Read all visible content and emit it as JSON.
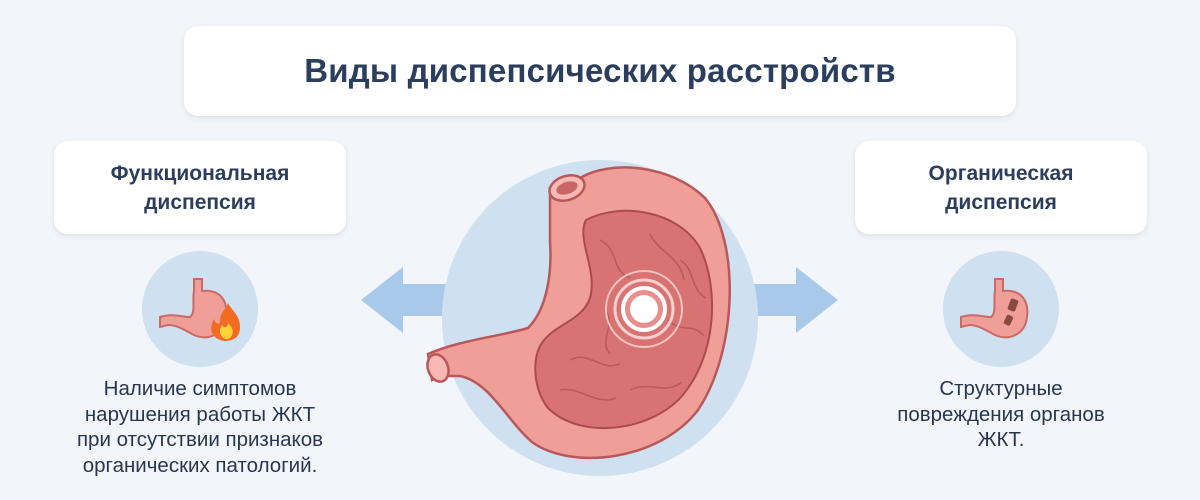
{
  "title": "Виды диспепсических расстройств",
  "left": {
    "label": "Функциональная\nдиспепсия",
    "description": "Наличие симптомов\nнарушения работы ЖКТ\nпри отсутствии признаков\nорганических патологий.",
    "icon": "stomach-with-fire-icon"
  },
  "right": {
    "label": "Органическая\nдиспепсия",
    "description": "Структурные\nповреждения органов\nЖКТ.",
    "icon": "damaged-stomach-icon"
  },
  "center": {
    "illustration": "stomach-cross-section"
  },
  "colors": {
    "background": "#f2f5f9",
    "title_text": "#2c3e5e",
    "circle": "#cfe0f1",
    "arrow": "#a9c9ea",
    "stomach_outer": "#ef9e98",
    "stomach_inner": "#d97373"
  }
}
